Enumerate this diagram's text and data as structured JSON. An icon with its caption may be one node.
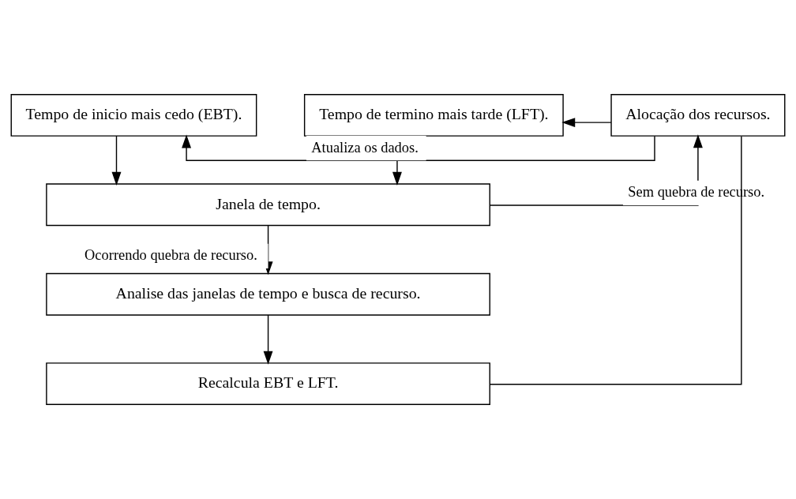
{
  "diagram": {
    "nodes": [
      {
        "text": [
          "Tempo de inicio mais cedo (EBT)."
        ]
      },
      {
        "text": [
          "Tempo de termino mais tarde (LFT)."
        ]
      },
      {
        "text": [
          "Alocação dos recursos."
        ]
      },
      {
        "text": [
          "Janela de tempo."
        ]
      },
      {
        "text": [
          "Analise das janelas de tempo e busca de recurso."
        ]
      },
      {
        "text": [
          "Recalcula EBT e LFT."
        ]
      }
    ],
    "edges": [
      {
        "from": 2,
        "to": 0,
        "arrow": "to",
        "label": "Atualiza os dados."
      },
      {
        "from": 2,
        "to": 1,
        "arrow": "to"
      },
      {
        "from": 0,
        "to": 3,
        "arrow": "to"
      },
      {
        "from": 1,
        "to": 3,
        "arrow": "to"
      },
      {
        "from": 3,
        "to": 2,
        "arrow": "to",
        "label": "Sem quebra de recurso."
      },
      {
        "from": 3,
        "to": 4,
        "arrow": "to",
        "label": "Ocorrendo quebra de recurso."
      },
      {
        "from": 4,
        "to": 5,
        "arrow": "to"
      },
      {
        "from": 5,
        "to": 2,
        "arrow": "none"
      }
    ]
  }
}
